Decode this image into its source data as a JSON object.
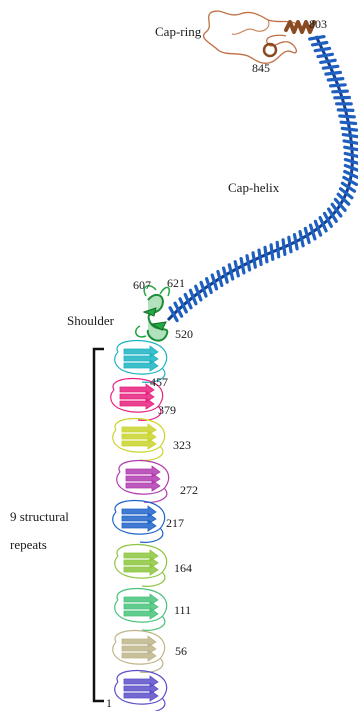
{
  "labels": {
    "cap_ring": "Cap-ring",
    "cap_helix": "Cap-helix",
    "shoulder": "Shoulder",
    "repeats_line1": "9 structural",
    "repeats_line2": "repeats"
  },
  "residues": {
    "r803": "803",
    "r845": "845",
    "r607": "607",
    "r621": "621",
    "r520": "520",
    "r457": "457",
    "r379": "379",
    "r323": "323",
    "r272": "272",
    "r217": "217",
    "r164": "164",
    "r111": "111",
    "r56": "56",
    "r1": "1"
  },
  "colors": {
    "cap_ring": "#b8653a",
    "cap_helix": "#1f5fbf",
    "shoulder": "#23a843",
    "repeat_1": "#1bb3c2",
    "repeat_2": "#e8207e",
    "repeat_3": "#c9d42a",
    "repeat_4": "#b23bb0",
    "repeat_5": "#1f63c9",
    "repeat_6": "#8cc63f",
    "repeat_7": "#47c27a",
    "repeat_8": "#bdb58a",
    "repeat_9": "#5a4fc9"
  }
}
